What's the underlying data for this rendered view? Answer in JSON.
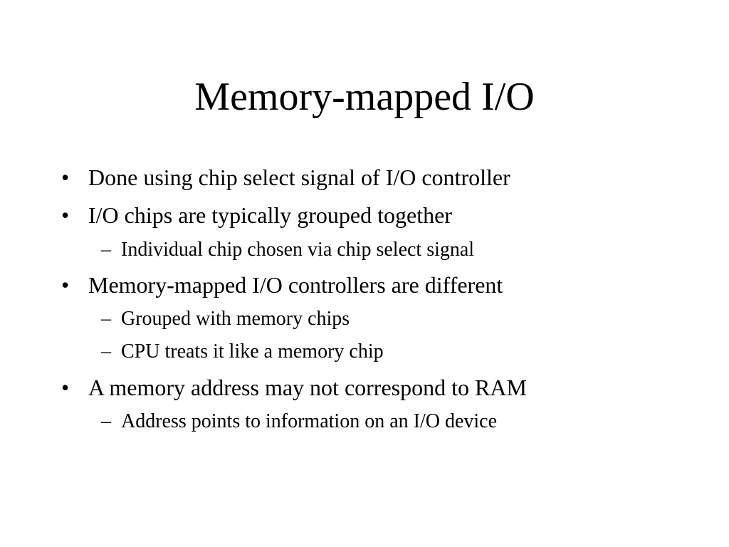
{
  "slide": {
    "title": "Memory-mapped I/O",
    "bullet_marker": "•",
    "sub_marker": "–",
    "items": [
      {
        "text": "Done using chip select signal of I/O controller"
      },
      {
        "text": "I/O chips are typically grouped together",
        "subitems": [
          {
            "text": "Individual chip chosen via chip select signal"
          }
        ]
      },
      {
        "text": "Memory-mapped I/O controllers are different",
        "subitems": [
          {
            "text": "Grouped with memory chips"
          },
          {
            "text": "CPU treats it like a memory chip"
          }
        ]
      },
      {
        "text": "A memory address may not correspond to RAM",
        "subitems": [
          {
            "text": "Address points to information on an I/O device"
          }
        ]
      }
    ]
  }
}
